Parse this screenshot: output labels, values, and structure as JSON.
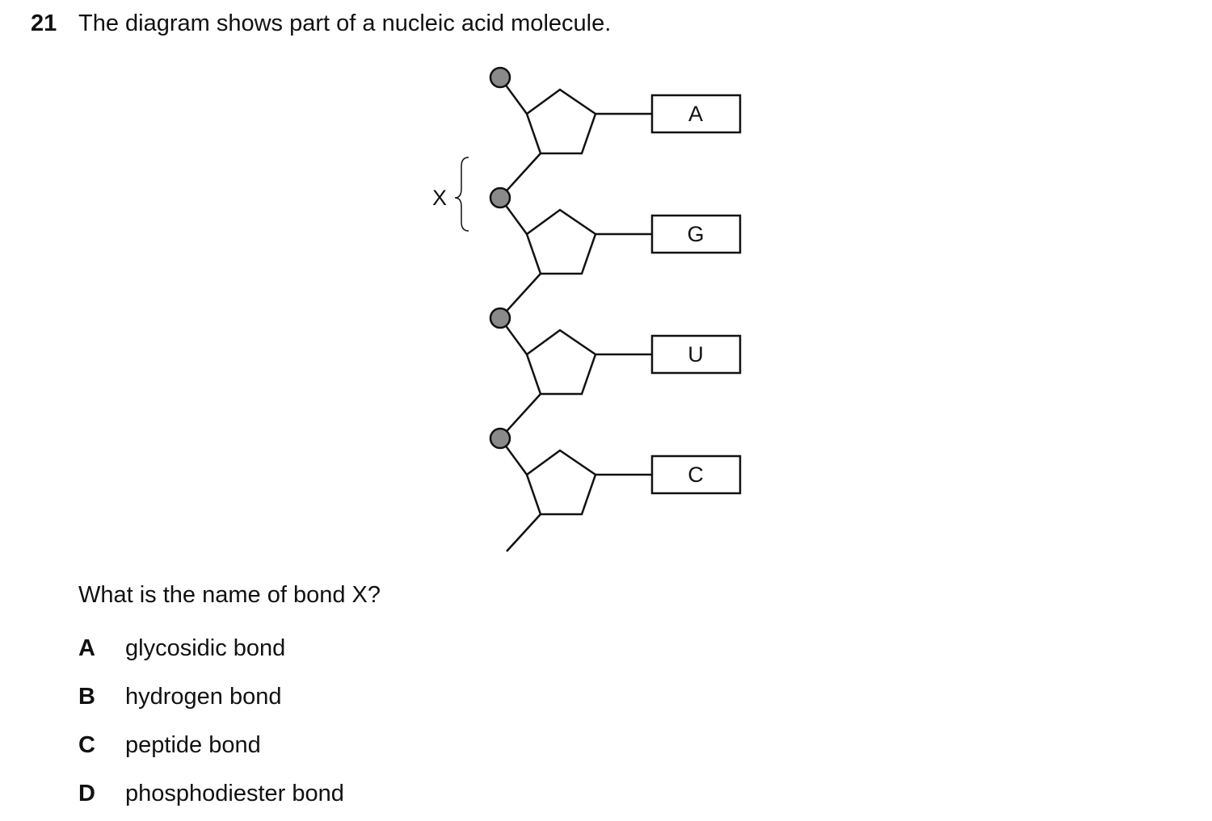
{
  "question": {
    "number": "21",
    "stem": "The diagram shows part of a nucleic acid molecule.",
    "prompt": "What is the name of bond X?"
  },
  "diagram": {
    "bond_label": "X",
    "bases": [
      "A",
      "G",
      "U",
      "C"
    ]
  },
  "options": [
    {
      "letter": "A",
      "text": "glycosidic bond"
    },
    {
      "letter": "B",
      "text": "hydrogen bond"
    },
    {
      "letter": "C",
      "text": "peptide bond"
    },
    {
      "letter": "D",
      "text": "phosphodiester bond"
    }
  ]
}
